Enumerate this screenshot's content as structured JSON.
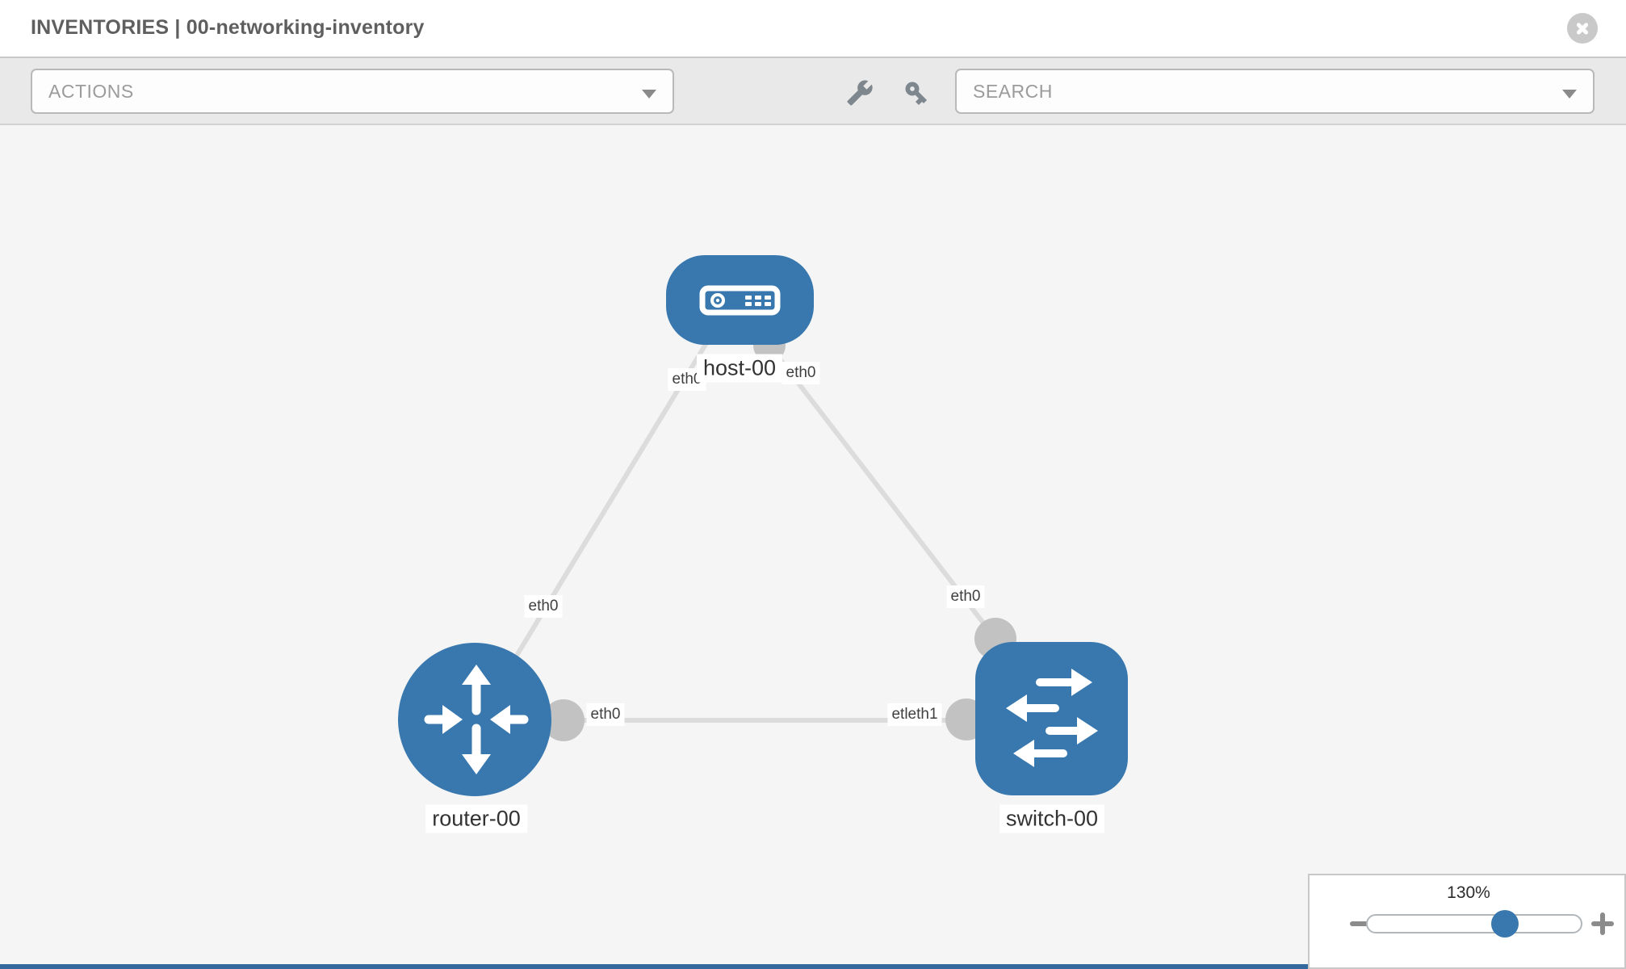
{
  "header": {
    "title": "INVENTORIES | 00-networking-inventory",
    "close_icon": "x-circle"
  },
  "toolbar": {
    "actions_label": "ACTIONS",
    "wrench_icon": "wrench",
    "key_icon": "key",
    "search_placeholder": "SEARCH"
  },
  "diagram": {
    "nodes": [
      {
        "label": "host-00",
        "type": "host",
        "icon": "server-icon"
      },
      {
        "label": "router-00",
        "type": "router",
        "icon": "router-arrows-icon"
      },
      {
        "label": "switch-00",
        "type": "switch",
        "icon": "switch-arrows-icon"
      }
    ],
    "links": [
      {
        "from": "host-00",
        "to": "router-00"
      },
      {
        "from": "host-00",
        "to": "switch-00"
      },
      {
        "from": "router-00",
        "to": "switch-00"
      }
    ],
    "interface_labels": {
      "host_to_router": "eth0",
      "router_on_host_link": "eth0",
      "host_to_switch": "eth0",
      "switch_on_host_link": "eth0",
      "router_to_switch": "eth0",
      "switch_to_router": "etleth1"
    }
  },
  "zoom_panel": {
    "level": "130%",
    "zoom_out_icon": "minus",
    "zoom_in_icon": "plus"
  },
  "colors": {
    "node_blue": "#3878ae",
    "link_gray": "#dcdcdc",
    "connector_gray": "#c2c2c2",
    "toolbar_bg": "#e9e9e9",
    "canvas_bg": "#f5f5f5",
    "bottom_bar_blue": "#33699c",
    "icon_gray": "#7e868e"
  }
}
